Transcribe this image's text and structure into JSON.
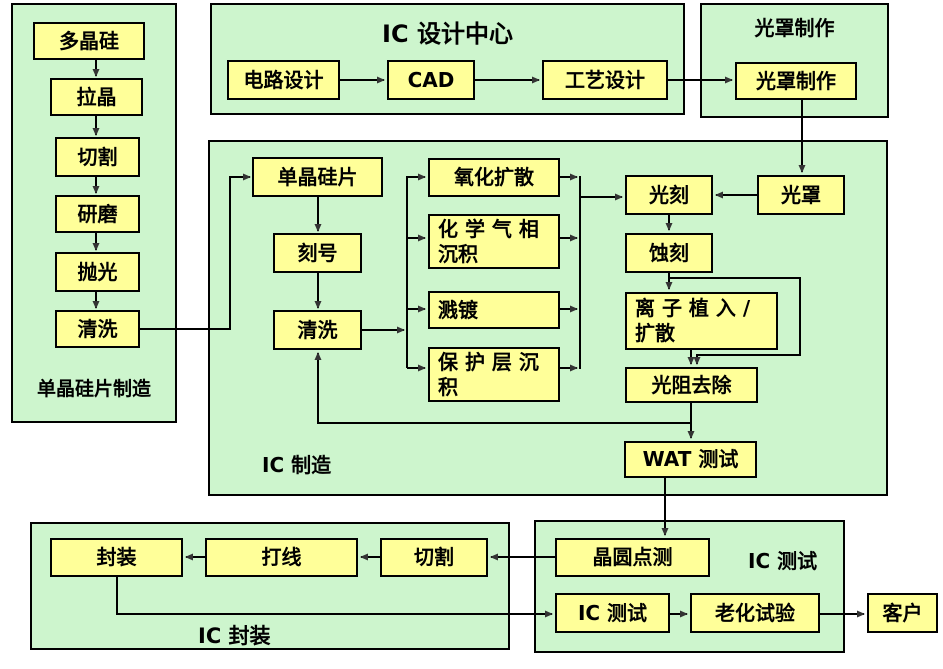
{
  "colors": {
    "background": "#ffffff",
    "panel_fill": "#cdf5cd",
    "node_fill": "#ffff99",
    "border": "#000000",
    "arrow": "#333333"
  },
  "panels": {
    "wafer": {
      "title": "单晶硅片制造",
      "nodes": {
        "polysilicon": "多晶硅",
        "pulling": "拉晶",
        "cutting": "切割",
        "grinding": "研磨",
        "polishing": "抛光",
        "cleaning": "清洗"
      }
    },
    "design": {
      "title": "IC 设计中心",
      "nodes": {
        "circuit": "电路设计",
        "cad": "CAD",
        "process": "工艺设计"
      }
    },
    "mask": {
      "title": "光罩制作",
      "nodes": {
        "mask_fab": "光罩制作"
      }
    },
    "fab": {
      "title": "IC 制造",
      "nodes": {
        "wafer": "单晶硅片",
        "marking": "刻号",
        "cleaning": "清洗",
        "oxidation": "氧化扩散",
        "cvd": "化 学 气 相\n沉积",
        "sputtering": "溅镀",
        "passivation": "保 护 层 沉\n积",
        "litho": "光刻",
        "mask": "光罩",
        "etch": "蚀刻",
        "implant": "离 子 植 入 /\n扩散",
        "strip": "光阻去除",
        "wat": "WAT 测试"
      }
    },
    "package": {
      "title": "IC 封装",
      "nodes": {
        "packaging": "封装",
        "bonding": "打线",
        "dicing": "切割"
      }
    },
    "test": {
      "title": "IC 测试",
      "nodes": {
        "probe": "晶圆点测",
        "ic_test": "IC 测试",
        "burn_in": "老化试验"
      }
    }
  },
  "external": {
    "customer": "客户"
  }
}
